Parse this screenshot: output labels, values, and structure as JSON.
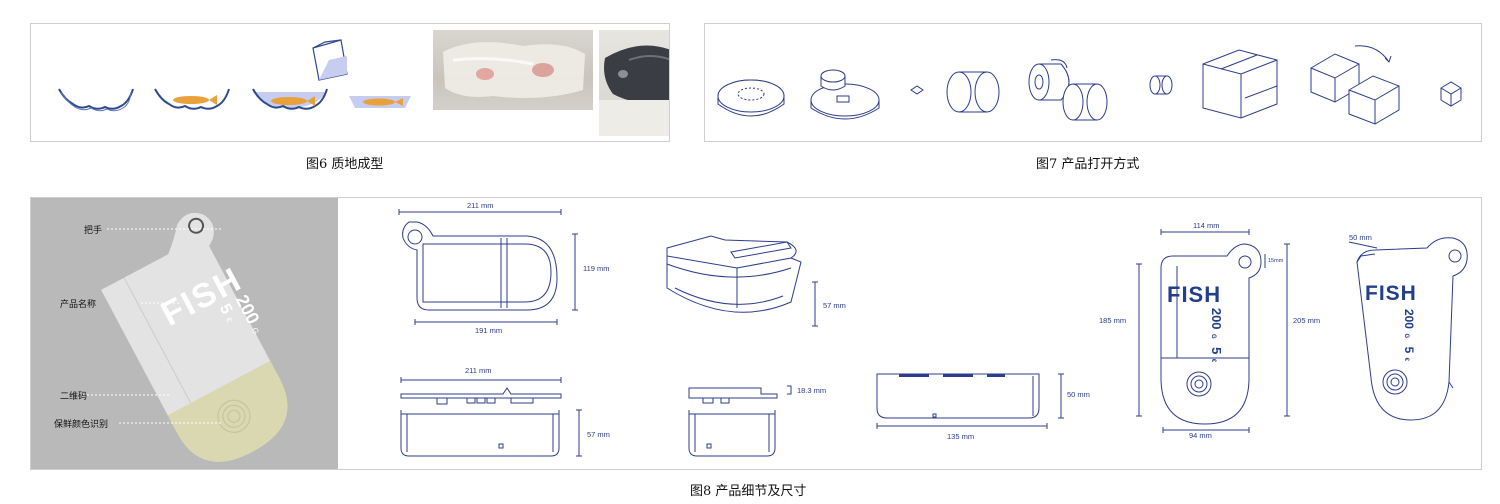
{
  "captions": {
    "fig6": "图6 质地成型",
    "fig7": "图7 产品打开方式",
    "fig8": "图8 产品细节及尺寸"
  },
  "callouts": {
    "handle": "把手",
    "product_name": "产品名称",
    "qr_code": "二维码",
    "freshness_color": "保鲜颜色识别"
  },
  "label_text": {
    "brand": "FISH",
    "weight": "200",
    "weight_unit": "G",
    "price": "5",
    "price_unit": "€"
  },
  "dimensions": {
    "top_length": "211 mm",
    "top_height": "119 mm",
    "top_inner": "191 mm",
    "iso_height": "57 mm",
    "side_length": "211 mm",
    "side_height": "57 mm",
    "end_depth": "18.3 mm",
    "front_height": "50 mm",
    "front_length": "135 mm",
    "label_top": "114 mm",
    "label_notch": "15mm",
    "label_left": "185 mm",
    "label_right": "205 mm",
    "label_bottom": "94 mm",
    "persp_top": "50 mm"
  },
  "colors": {
    "line_blue": "#2d3c8c",
    "wave_blue": "#2e4a8e",
    "fish_orange": "#e9a13b",
    "water_blue": "#c6cdf0",
    "gray_bg": "#b9b9b9",
    "khaki": "#d9d8b0",
    "brand_blue": "#233e8a"
  }
}
